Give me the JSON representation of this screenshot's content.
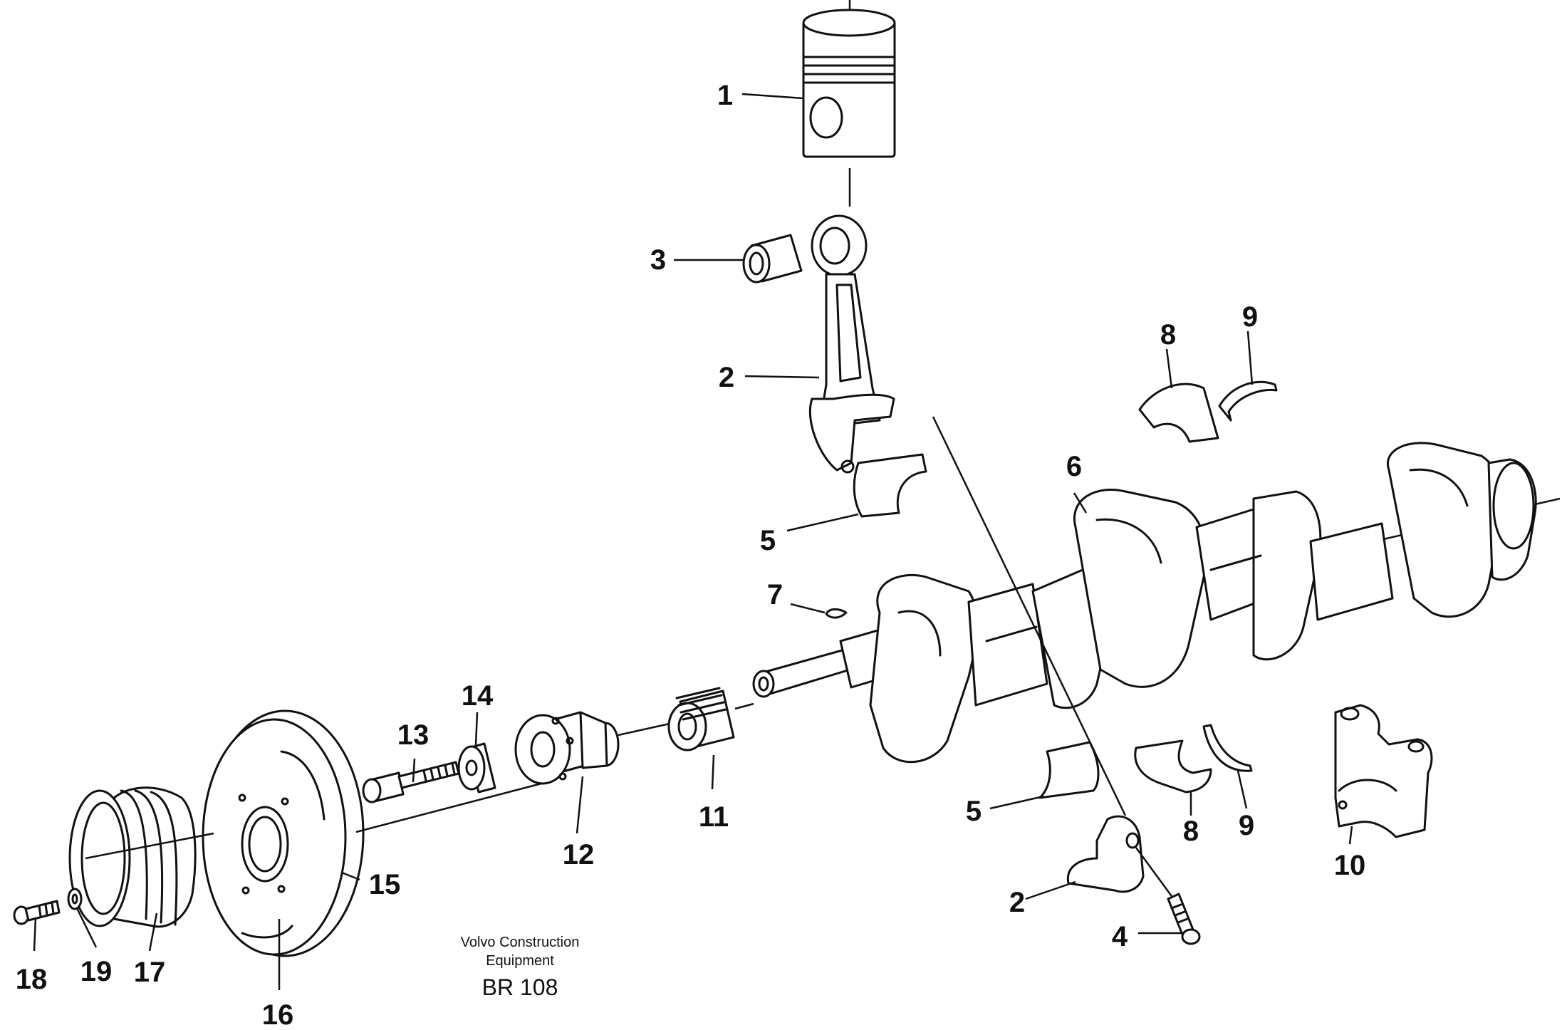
{
  "labels": {
    "piston": "1",
    "connecting_rod": "2",
    "connecting_rod_cap": "2",
    "bushing": "3",
    "bolt_4": "4",
    "bearing_shell_upper": "5",
    "bearing_shell_lower": "5",
    "crankshaft": "6",
    "key": "7",
    "main_bearing_upper": "8",
    "main_bearing_lower": "8",
    "thrust_washer_upper": "9",
    "thrust_washer_lower": "9",
    "bearing_cap": "10",
    "gear": "11",
    "hub": "12",
    "hub_bolt": "13",
    "washer_14": "14",
    "vibration_damper": "15",
    "damper_mark": "16",
    "pulley": "17",
    "screw_18": "18",
    "washer_19": "19"
  },
  "caption": {
    "company_line1": "Volvo Construction",
    "company_line2": "Equipment",
    "code": "BR 108"
  },
  "colors": {
    "ink": "#111111",
    "paper": "#ffffff"
  }
}
